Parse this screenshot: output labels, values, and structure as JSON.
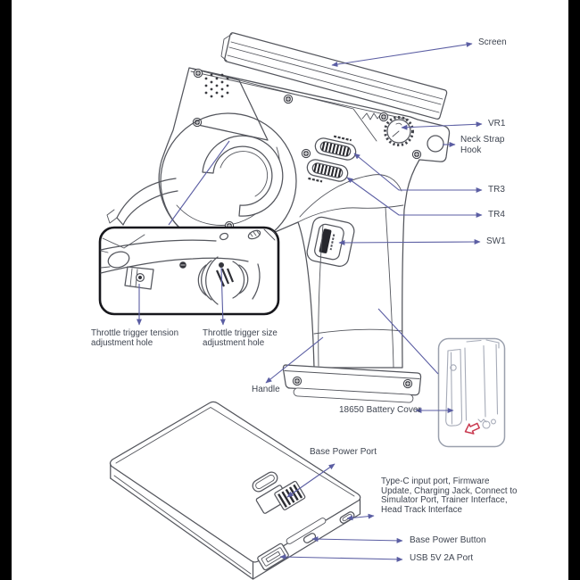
{
  "colors": {
    "background": "#ffffff",
    "letterbox": "#000000",
    "leader_line": "#5b5ea3",
    "label_text": "#3e4450",
    "sketch_ink": "#54565d",
    "inset_border": "#17171c",
    "battery_inset_ink": "#a6abb8",
    "arrow_red": "#c93a50"
  },
  "labels": {
    "screen": "Screen",
    "vr1": "VR1",
    "neck_strap_hook_lines": [
      "Neck Strap",
      "Hook"
    ],
    "tr3": "TR3",
    "tr4": "TR4",
    "sw1": "SW1",
    "throttle_tension_lines": [
      "Throttle trigger tension",
      "adjustment hole"
    ],
    "throttle_size_lines": [
      "Throttle trigger size",
      "adjustment hole"
    ],
    "handle": "Handle",
    "battery_cover": "18650 Battery Cover",
    "base_power_port": "Base Power Port",
    "type_c_lines": [
      "Type-C input port,  Firmware",
      "Update,  Charging Jack, Connect to",
      "Simulator Port,  Trainer Interface,",
      "Head Track Interface"
    ],
    "base_power_button": "Base Power Button",
    "usb_port": "USB 5V 2A  Port"
  }
}
